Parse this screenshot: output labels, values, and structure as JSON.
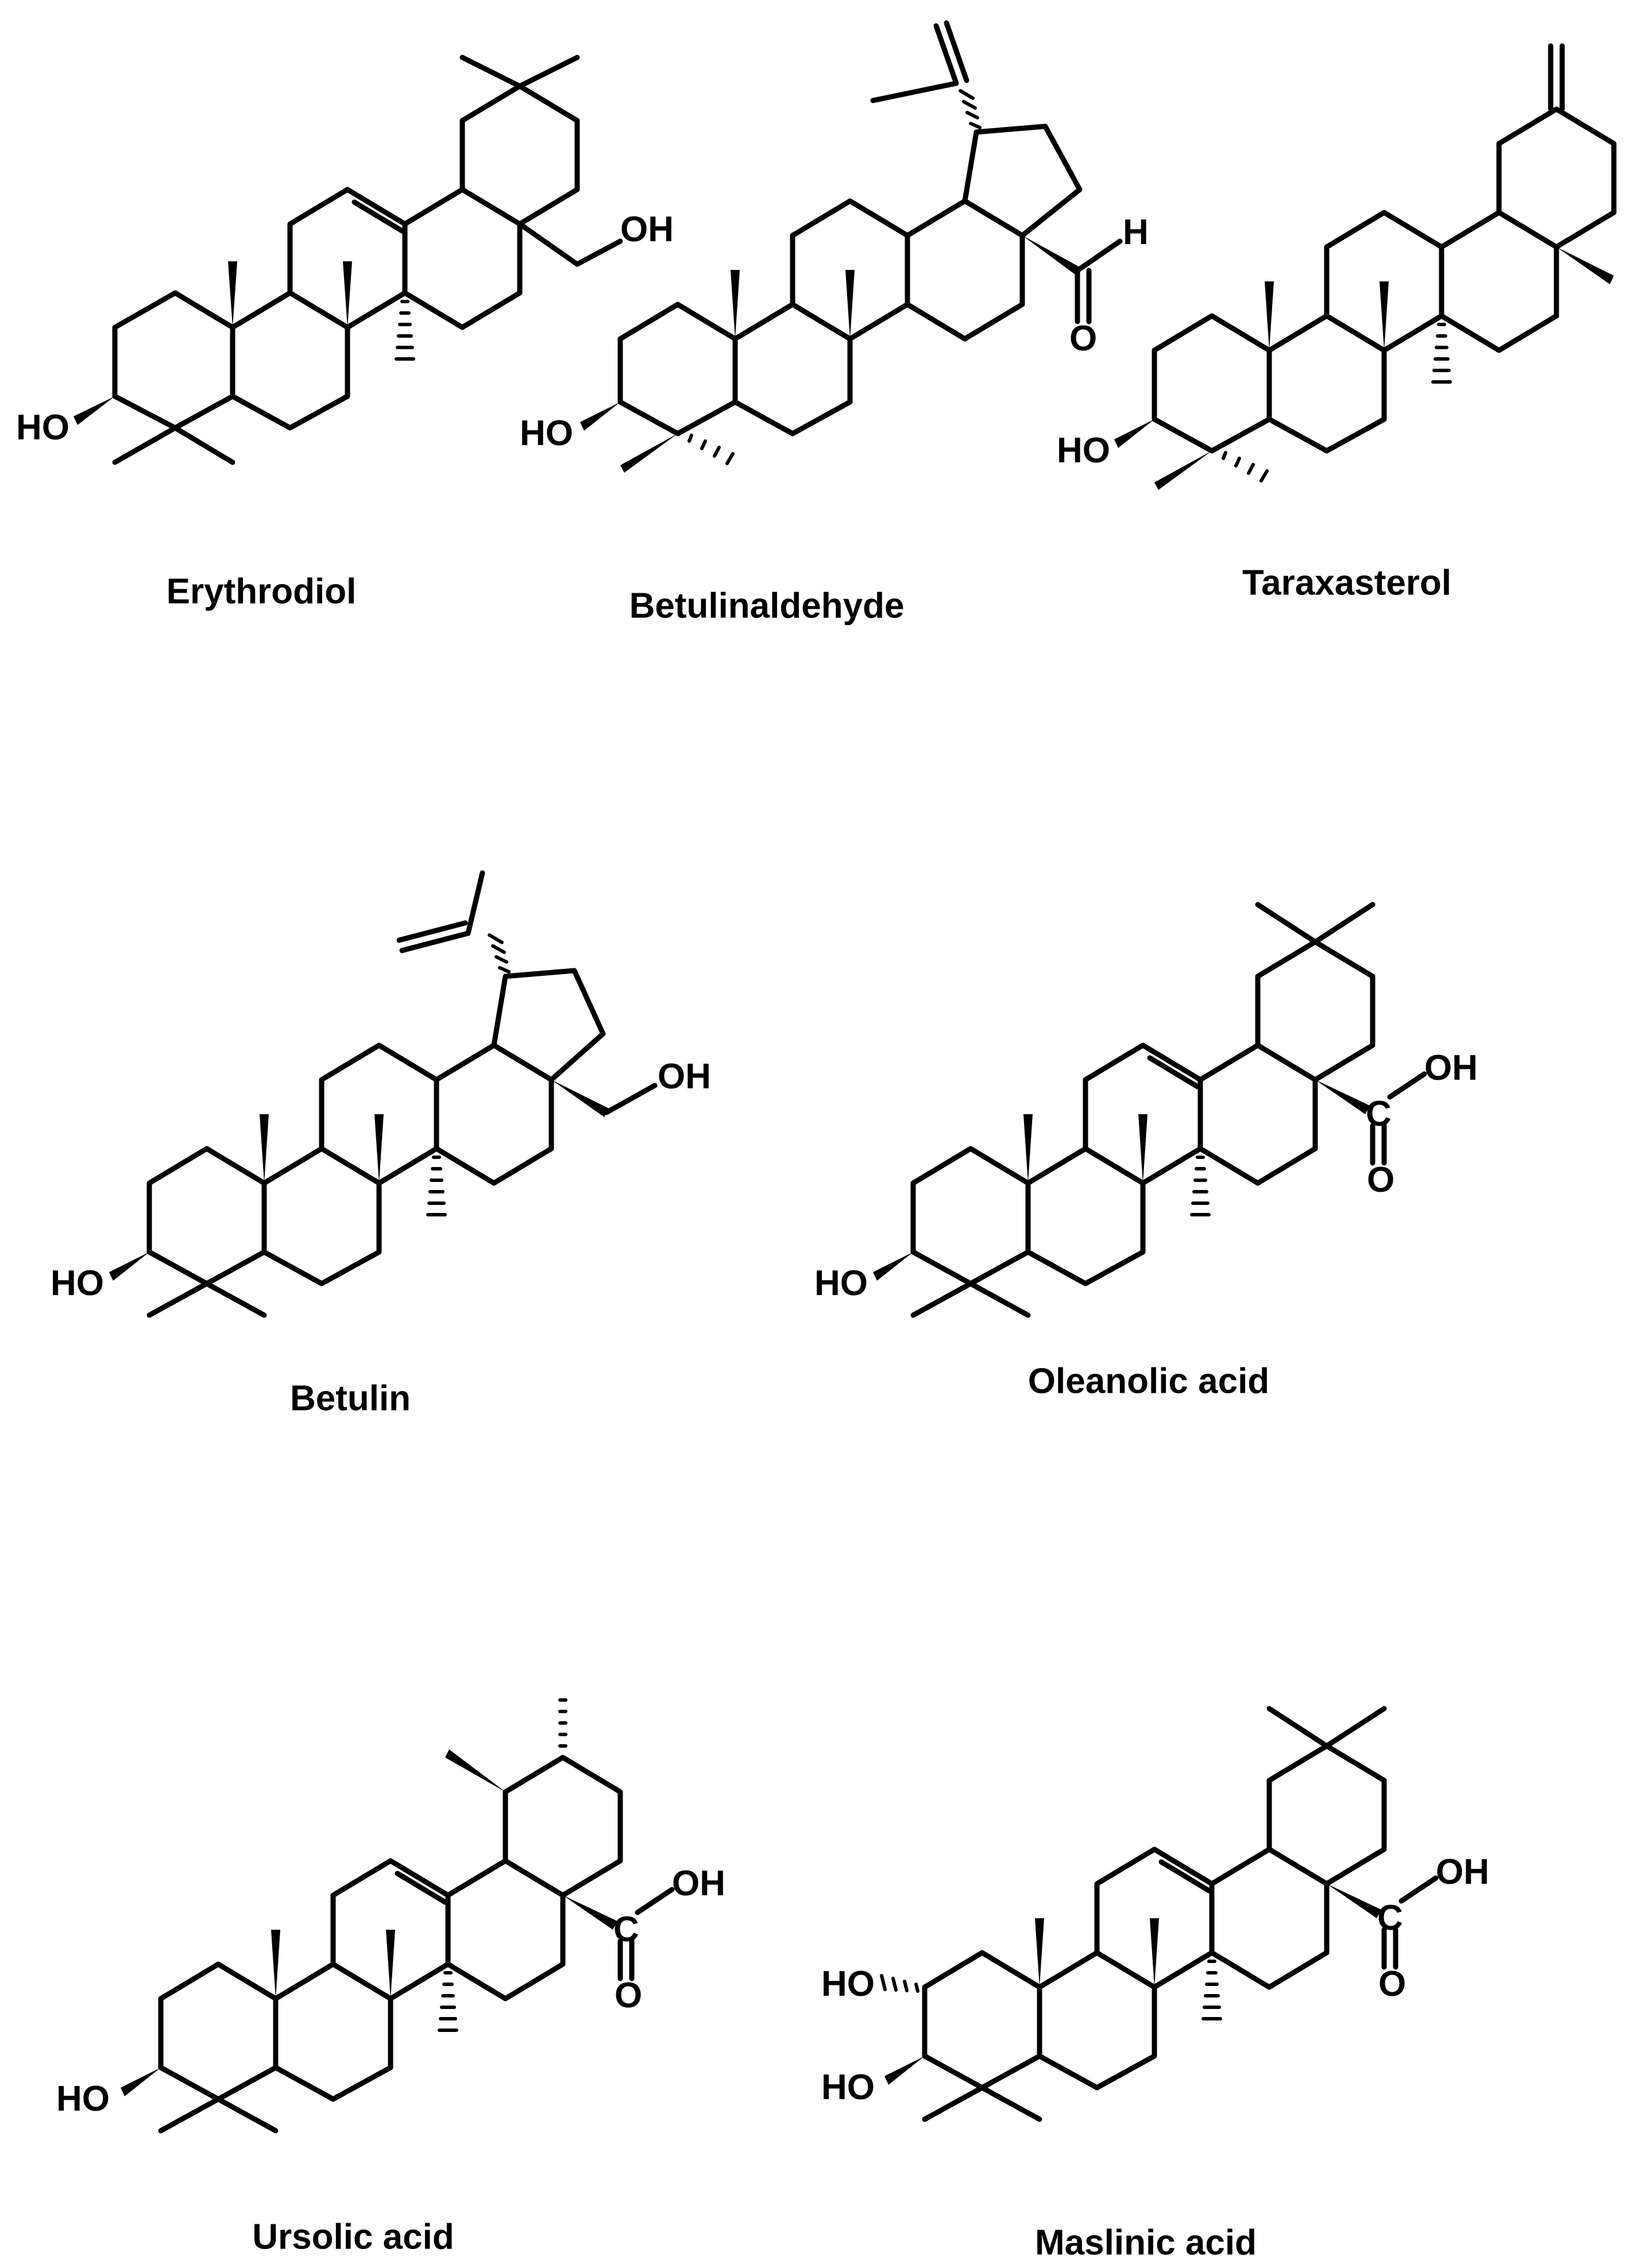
{
  "figure": {
    "compounds": [
      {
        "id": "erythrodiol",
        "name": "Erythrodiol",
        "atoms": [
          "HO",
          "OH"
        ]
      },
      {
        "id": "betulinaldehyde",
        "name": "Betulinaldehyde",
        "atoms": [
          "HO",
          "H",
          "O"
        ]
      },
      {
        "id": "taraxasterol",
        "name": "Taraxasterol",
        "atoms": [
          "HO"
        ]
      },
      {
        "id": "betulin",
        "name": "Betulin",
        "atoms": [
          "HO",
          "OH"
        ]
      },
      {
        "id": "oleanolic",
        "name": "Oleanolic acid",
        "atoms": [
          "HO",
          "C",
          "OH",
          "O"
        ]
      },
      {
        "id": "ursolic",
        "name": "Ursolic acid",
        "atoms": [
          "HO",
          "C",
          "OH",
          "O"
        ]
      },
      {
        "id": "maslinic",
        "name": "Maslinic acid",
        "atoms": [
          "HO",
          "HO",
          "C",
          "OH",
          "O"
        ]
      }
    ]
  },
  "colors": {
    "ink": "#000000",
    "background": "#ffffff"
  }
}
